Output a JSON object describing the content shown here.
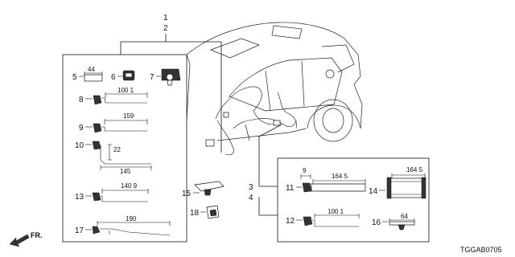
{
  "callouts": {
    "c1": "1",
    "c2": "2",
    "c3": "3",
    "c4": "4",
    "p5": "5",
    "p6": "6",
    "p7": "7",
    "p8": "8",
    "p9": "9",
    "p10": "10",
    "p11": "11",
    "p12": "12",
    "p13": "13",
    "p14": "14",
    "p15": "15",
    "p16": "16",
    "p17": "17",
    "p18": "18"
  },
  "dimensions": {
    "d5": "44",
    "d8": "100 1",
    "d9": "159",
    "d10a": "22",
    "d10b": "145",
    "d13": "140 9",
    "d17": "190",
    "d11a": "9",
    "d11b": "164 5",
    "d12": "100 1",
    "d14": "164 5",
    "d16": "64"
  },
  "direction_label": "FR.",
  "diagram_code": "TGGAB0705"
}
